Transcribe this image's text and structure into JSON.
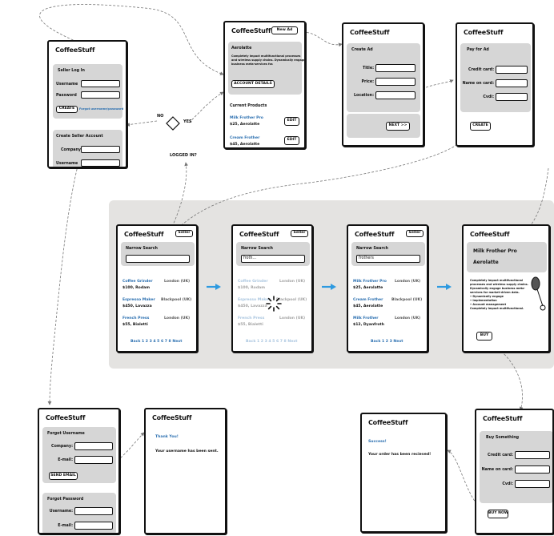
{
  "brand": "CoffeeStuff",
  "login": {
    "section_title": "Seller Log In",
    "username_label": "Username",
    "password_label": "Password",
    "create_button": "CREATE",
    "forgot_link": "Forgot username/password",
    "create_section_title": "Create Seller Account",
    "company_label": "Company",
    "username2_label": "Username"
  },
  "decision": {
    "no_label": "NO",
    "yes_label": "YES",
    "question": "LOGGED IN?"
  },
  "seller_home": {
    "new_ad_button": "New Ad",
    "seller_name": "Aerolatte",
    "description": [
      "Completely impact multifunctional processes",
      "and wireless supply chains. Dynamically engage",
      "business meta-services for."
    ],
    "account_button": "ACCOUNT DETAILS",
    "products_title": "Current Products",
    "products": [
      {
        "name": "Milk Frother Pro",
        "detail": "$25, Aerolatte",
        "edit": "EDIT"
      },
      {
        "name": "Cream Frother",
        "detail": "$45, Aerolatte",
        "edit": "EDIT"
      }
    ]
  },
  "create_ad": {
    "title": "Create Ad",
    "fields": [
      "Title:",
      "Price:",
      "Location:"
    ],
    "next_button": "NEXT >>"
  },
  "pay_ad": {
    "title": "Pay for Ad",
    "fields": [
      "Credit card:",
      "Name on card:",
      "Cvdi:"
    ],
    "create_button": "CREATE"
  },
  "search_screens": [
    {
      "seller_button": "Seller",
      "narrow_title": "Narrow Search",
      "query": "",
      "items": [
        {
          "name": "Coffee Grinder",
          "detail": "$100, Rodam",
          "location": "London (UK)"
        },
        {
          "name": "Espresso Maker",
          "detail": "$450, Lavazza",
          "location": "Blackpool (UK)"
        },
        {
          "name": "French Press",
          "detail": "$55, Bialetti",
          "location": "London (UK)"
        }
      ],
      "pagination": "Back 1 2 3 4 5 6 7 8 Next"
    },
    {
      "seller_button": "Seller",
      "narrow_title": "Narrow Search",
      "query": "froth...",
      "items": [
        {
          "name": "Coffee Grinder",
          "detail": "$100, Rodam",
          "location": "London (UK)"
        },
        {
          "name": "Espresso Maker",
          "detail": "$450, Lavazza",
          "location": "Blackpool (UK)"
        },
        {
          "name": "French Press",
          "detail": "$55, Bialetti",
          "location": "London (UK)"
        }
      ],
      "pagination": "Back 1 2 3 4 5 6 7 8 Next"
    },
    {
      "seller_button": "Seller",
      "narrow_title": "Narrow Search",
      "query": "frothers",
      "items": [
        {
          "name": "Milk Frother Pro",
          "detail": "$25, Aerolatte",
          "location": "London (UK)"
        },
        {
          "name": "Cream Frother",
          "detail": "$45, Aerolatte",
          "location": "Blackpool (UK)"
        },
        {
          "name": "Milk Frother",
          "detail": "$12, Dyanfroth",
          "location": "London (UK)"
        }
      ],
      "pagination": "Back 1 2 3 Next"
    }
  ],
  "product": {
    "title": "Milk Frother Pro",
    "seller": "Aerolatte",
    "description": [
      "Completely impact multifunctional",
      "processes and wireless supply chains.",
      "Dynamically engage business meta-",
      "services for market-driven data."
    ],
    "bullets": [
      "Dynamically engage",
      "Implementation",
      "Account management"
    ],
    "footer": "Completely impact multifunctional.",
    "buy_button": "BUY"
  },
  "forgot": {
    "section1": "Forgot Username",
    "company_label": "Company:",
    "email_label": "E-mail:",
    "send_button": "SEND EMAIL",
    "section2": "Forgot Password",
    "username_label": "Username:",
    "email2_label": "E-mail:"
  },
  "thank_you": {
    "heading": "Thank You!",
    "message": "Your username has been sent."
  },
  "success": {
    "heading": "Success!",
    "message": "Your order has been recieved!"
  },
  "buy": {
    "title": "Buy Something",
    "fields": [
      "Credit card:",
      "Name on card:",
      "Cvdi:"
    ],
    "buy_button": "BUY NOW"
  },
  "colors": {
    "link": "#2a6fb0",
    "arrow": "#2d9ae0",
    "band": "#e4e3e1",
    "panel": "#d6d6d6"
  }
}
